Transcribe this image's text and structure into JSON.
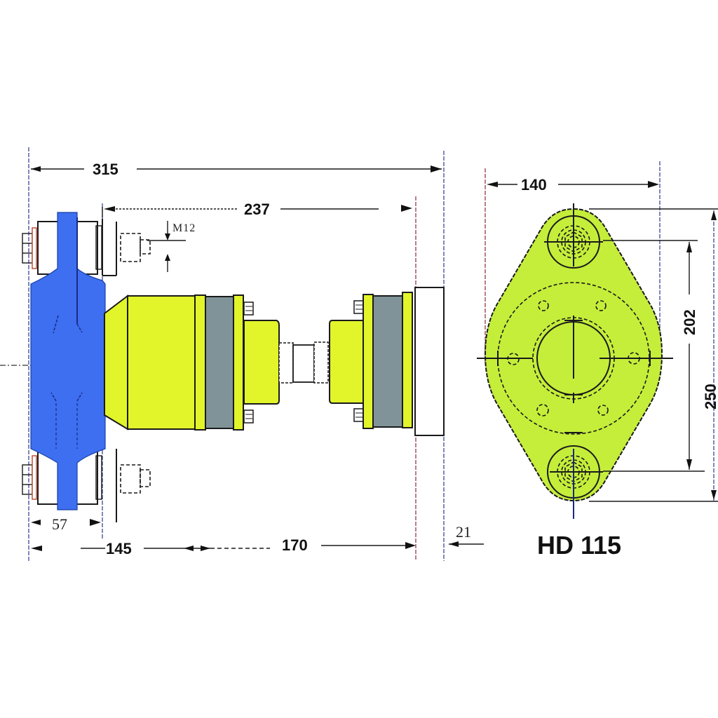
{
  "title": "HD 115",
  "colors": {
    "blue_part": "#3d6ff0",
    "yellow_part": "#e2f52a",
    "gray_rubber": "#7f9398",
    "background": "#ffffff",
    "line": "#1a1a1a"
  },
  "side_view": {
    "dimensions": {
      "overall_length": "315",
      "flange_to_end": "237",
      "bolt_thread": "M12",
      "bracket_width": "57",
      "left_section": "145",
      "middle_section": "170",
      "end_plate": "21"
    }
  },
  "front_view": {
    "dimensions": {
      "width": "140",
      "bolt_spacing": "202",
      "overall_height": "250"
    }
  }
}
